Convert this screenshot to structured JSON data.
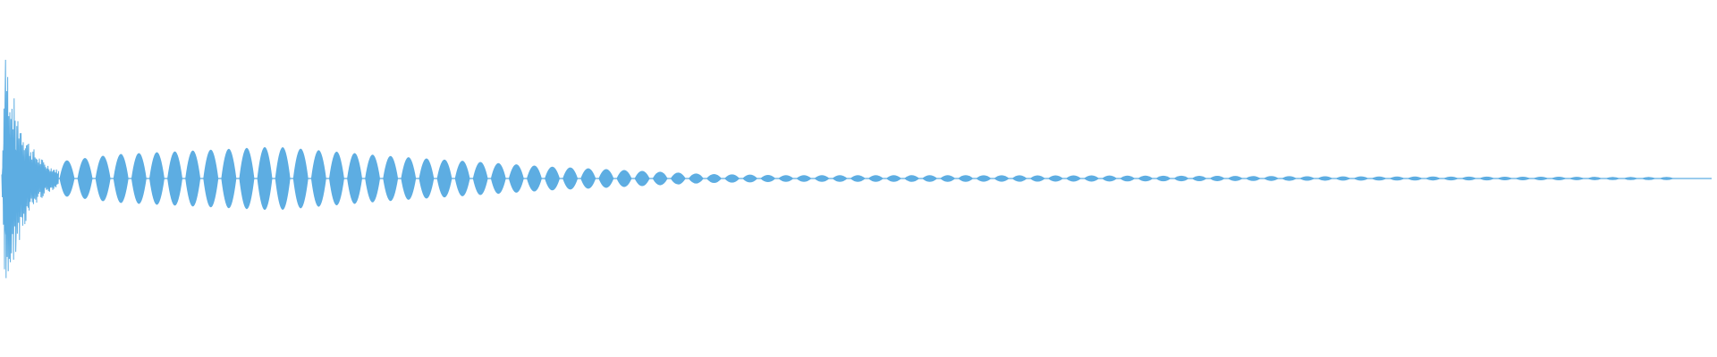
{
  "waveform": {
    "color": "#5DADE2",
    "background": "#ffffff",
    "description_none": "",
    "attack": {
      "peak_amplitude": 0.86,
      "duration_fraction": 0.022
    },
    "tail": {
      "start_fraction": 0.033,
      "end_fraction": 0.982,
      "pulse_count": 90,
      "envelope": [
        [
          0.0,
          0.12
        ],
        [
          0.03,
          0.16
        ],
        [
          0.13,
          0.21
        ],
        [
          0.2,
          0.15
        ],
        [
          0.3,
          0.08
        ],
        [
          0.4,
          0.03
        ],
        [
          0.45,
          0.022
        ],
        [
          0.55,
          0.022
        ],
        [
          0.65,
          0.02
        ],
        [
          0.8,
          0.014
        ],
        [
          1.0,
          0.01
        ]
      ]
    }
  }
}
